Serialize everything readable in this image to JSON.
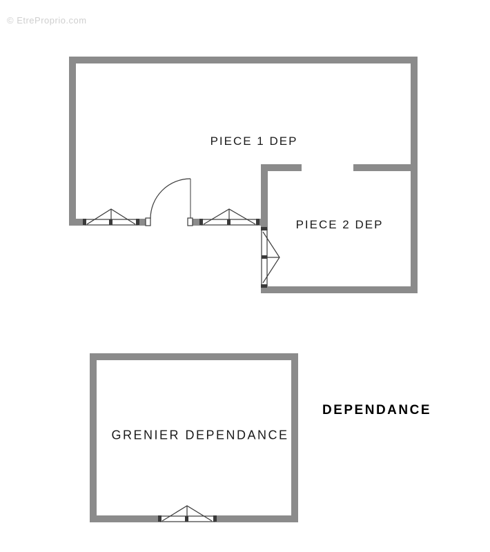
{
  "watermark": {
    "text": "© EtreProprio.com"
  },
  "plan": {
    "rooms": [
      {
        "label": "PIECE 1 DEP"
      },
      {
        "label": "PIECE 2 DEP"
      },
      {
        "label": "GRENIER DEPENDANCE"
      }
    ],
    "building_label": "DEPENDANCE"
  },
  "symbols": {
    "window": "window-icon",
    "door": "door-swing-icon"
  },
  "colors": {
    "background": "#ffffff",
    "wall": "#8b8b8b",
    "line": "#3a3a3a",
    "room_text": "#1a1a1a",
    "building_label_text": "#000000",
    "watermark_text": "#cfcfcf"
  }
}
